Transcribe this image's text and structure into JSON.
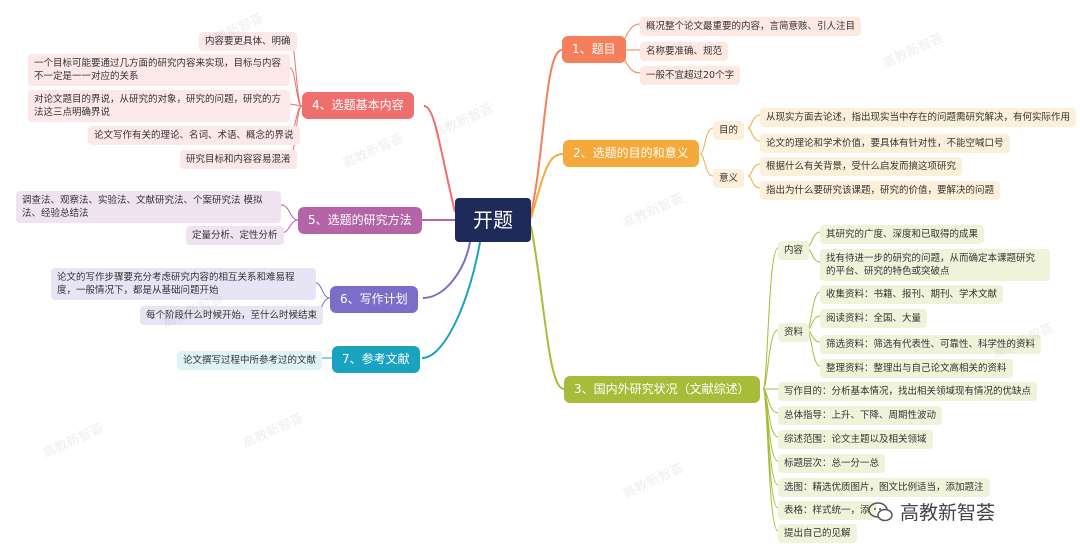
{
  "root": "开题",
  "branches": {
    "b1": {
      "label": "1、题目",
      "leaves": [
        "概况整个论文最重要的内容，言简意赅、引人注目",
        "名称要准确、规范",
        "一般不宜超过20个字"
      ]
    },
    "b2": {
      "label": "2、选题的目的和意义",
      "purpose": {
        "label": "目的",
        "leaves": [
          "从现实方面去论述，指出现实当中存在的问题需研究解决，有何实际作用",
          "论文的理论和学术价值，要具体有针对性，不能空喊口号"
        ]
      },
      "meaning": {
        "label": "意义",
        "leaves": [
          "根据什么有关背景，受什么启发而搞这项研究",
          "指出为什么要研究该课题，研究的价值，要解决的问题"
        ]
      }
    },
    "b3": {
      "label": "3、国内外研究状况（文献综述）",
      "content": {
        "label": "内容",
        "leaves": [
          "其研究的广度、深度和已取得的成果",
          "找有待进一步的研究的问题，从而确定本课题研究的平台、研究的特色或突破点"
        ]
      },
      "material": {
        "label": "资料",
        "leaves": [
          "收集资料：书籍、报刊、期刊、学术文献",
          "阅读资料：全国、大量",
          "筛选资料：筛选有代表性、可靠性、科学性的资料",
          "整理资料：整理出与自己论文高相关的资料"
        ]
      },
      "others": [
        "写作目的：分析基本情况，找出相关领域现有情况的优缺点",
        "总体指导：上升、下降、周期性波动",
        "综述范围：论文主题以及相关领域",
        "标题层次：总一分一总",
        "选图：精选优质图片，图文比例适当，添加题注",
        "表格：样式统一，添",
        "提出自己的见解"
      ]
    },
    "b4": {
      "label": "4、选题基本内容",
      "leaves": [
        "内容要更具体、明确",
        "一个目标可能要通过几方面的研究内容来实现，目标与内容不一定是一一对应的关系",
        "对论文题目的界说，从研究的对象，研究的问题，研究的方法这三点明确界说",
        "论文写作有关的理论、名词、术语、概念的界说",
        "研究目标和内容容易混淆"
      ]
    },
    "b5": {
      "label": "5、选题的研究方法",
      "leaves": [
        "调查法、观察法、实验法、文献研究法、个案研究法  模拟法、经验总结法",
        "定量分析、定性分析"
      ]
    },
    "b6": {
      "label": "6、写作计划",
      "leaves": [
        "论文的写作步骤要充分考虑研究内容的相互关系和难易程度，一般情况下，都是从基础问题开始",
        "每个阶段什么时候开始，至什么时候结束"
      ]
    },
    "b7": {
      "label": "7、参考文献",
      "leaves": [
        "论文撰写过程中所参考过的文献"
      ]
    }
  },
  "watermark": "高教新智荟",
  "logo_text": "高教新智荟",
  "colors": {
    "root": "#1e2a5a",
    "b1": "#f47f5a",
    "b2": "#f6a93b",
    "b3": "#a7bd3a",
    "b4": "#ef6f6f",
    "b5": "#b565a7",
    "b6": "#7b6ec8",
    "b7": "#1aa3c0"
  }
}
